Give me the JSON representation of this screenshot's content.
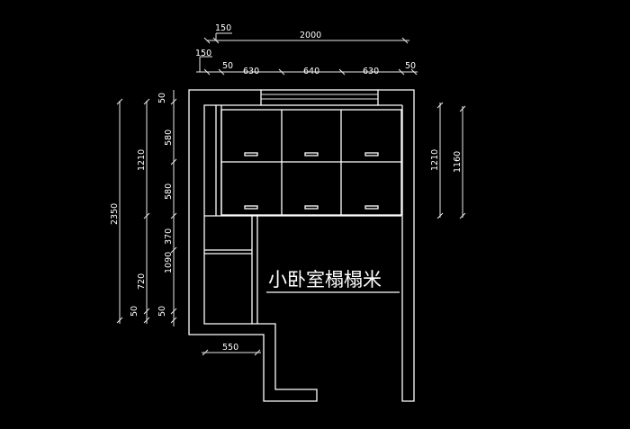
{
  "drawing": {
    "title": "小卧室榻榻米",
    "colors": {
      "background": "#000000",
      "lines": "#ffffff"
    },
    "dims_top": {
      "overall": "2000",
      "offset": "150",
      "wall_left_offset": "150",
      "wall_left": "50",
      "seg1": "630",
      "seg2": "640",
      "seg3": "630",
      "wall_right": "50"
    },
    "dims_left_outer": {
      "total": "2350",
      "part_upper": "1210",
      "part_720": "720",
      "part_50": "50"
    },
    "dims_left_inner": {
      "top_50": "50",
      "p580a": "580",
      "p580b": "580",
      "p370": "370",
      "p1090": "1090",
      "bottom_50": "50"
    },
    "dims_right": {
      "a": "1210",
      "b": "1160"
    },
    "dims_bottom": {
      "step": "550"
    }
  }
}
